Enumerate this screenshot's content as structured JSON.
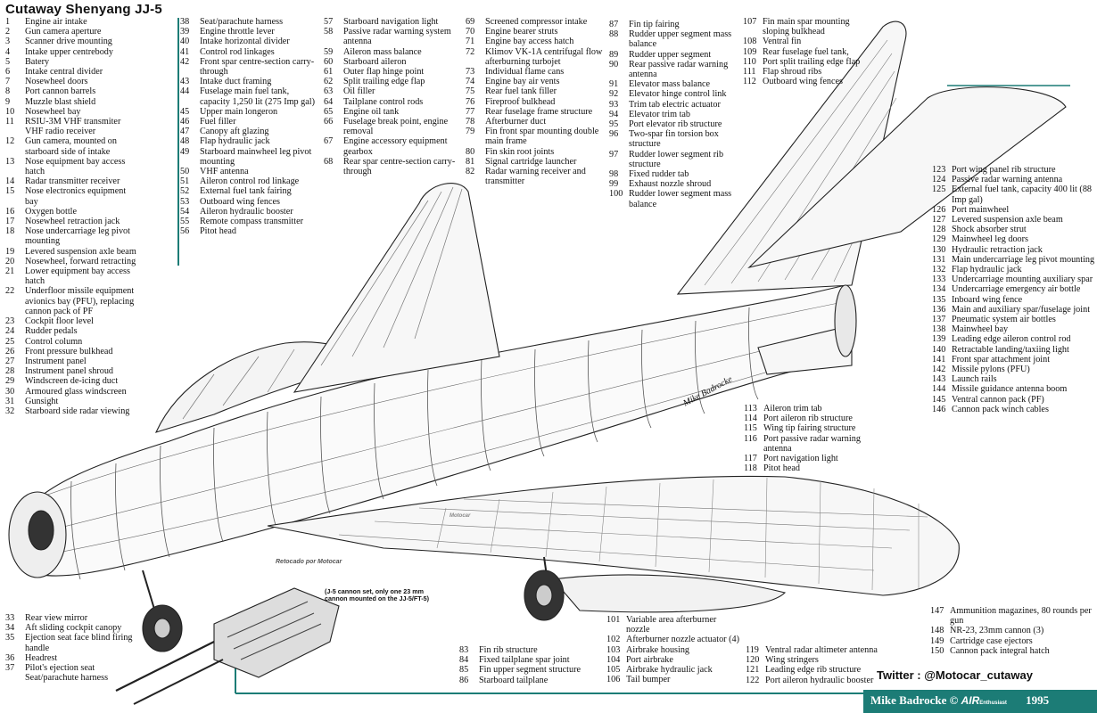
{
  "title": "Cutaway Shenyang JJ-5",
  "key": [
    {
      "n": "1",
      "t": "Engine air intake"
    },
    {
      "n": "2",
      "t": "Gun camera aperture"
    },
    {
      "n": "3",
      "t": "Scanner drive mounting"
    },
    {
      "n": "4",
      "t": "Intake upper centrebody"
    },
    {
      "n": "5",
      "t": "Batery"
    },
    {
      "n": "6",
      "t": "Intake central divider"
    },
    {
      "n": "7",
      "t": "Nosewheel doors"
    },
    {
      "n": "8",
      "t": "Port cannon barrels"
    },
    {
      "n": "9",
      "t": "Muzzle blast shield"
    },
    {
      "n": "10",
      "t": "Nosewheel bay"
    },
    {
      "n": "11",
      "t": "RSIU-3M VHF transmiter VHF radio receiver"
    },
    {
      "n": "12",
      "t": "Gun camera, mounted on starboard side of intake"
    },
    {
      "n": "13",
      "t": "Nose equipment bay access hatch"
    },
    {
      "n": "14",
      "t": "Radar transmitter receiver"
    },
    {
      "n": "15",
      "t": "Nose electronics equipment bay"
    },
    {
      "n": "16",
      "t": "Oxygen bottle"
    },
    {
      "n": "17",
      "t": "Nosewheel retraction jack"
    },
    {
      "n": "18",
      "t": "Nose undercarriage leg pivot mounting"
    },
    {
      "n": "19",
      "t": "Levered suspension axle beam"
    },
    {
      "n": "20",
      "t": "Nosewheel, forward retracting"
    },
    {
      "n": "21",
      "t": "Lower equipment bay access hatch"
    },
    {
      "n": "22",
      "t": "Underfloor missile equipment avionics bay (PFU), replacing cannon pack of PF"
    },
    {
      "n": "23",
      "t": "Cockpit floor level"
    },
    {
      "n": "24",
      "t": "Rudder pedals"
    },
    {
      "n": "25",
      "t": "Control column"
    },
    {
      "n": "26",
      "t": "Front pressure bulkhead"
    },
    {
      "n": "27",
      "t": "Instrument panel"
    },
    {
      "n": "28",
      "t": "Instrument panel shroud"
    },
    {
      "n": "29",
      "t": "Windscreen de-icing duct"
    },
    {
      "n": "30",
      "t": "Armoured glass windscreen"
    },
    {
      "n": "31",
      "t": "Gunsight"
    },
    {
      "n": "32",
      "t": "Starboard side radar viewing"
    },
    {
      "n": "38",
      "t": "Seat/parachute harness"
    },
    {
      "n": "39",
      "t": "Engine throttle lever"
    },
    {
      "n": "40",
      "t": "Intake horizontal divider"
    },
    {
      "n": "41",
      "t": "Control rod linkages"
    },
    {
      "n": "42",
      "t": "Front spar centre-section carry-through"
    },
    {
      "n": "43",
      "t": "Intake duct framing"
    },
    {
      "n": "44",
      "t": "Fuselage main fuel tank, capacity 1,250 lit (275 Imp gal)"
    },
    {
      "n": "45",
      "t": "Upper main longeron"
    },
    {
      "n": "46",
      "t": "Fuel filler"
    },
    {
      "n": "47",
      "t": "Canopy aft glazing"
    },
    {
      "n": "48",
      "t": "Flap hydraulic jack"
    },
    {
      "n": "49",
      "t": "Starboard mainwheel leg pivot mounting"
    },
    {
      "n": "50",
      "t": "VHF antenna"
    },
    {
      "n": "51",
      "t": "Aileron control rod linkage"
    },
    {
      "n": "52",
      "t": "External fuel tank fairing"
    },
    {
      "n": "53",
      "t": "Outboard wing fences"
    },
    {
      "n": "54",
      "t": "Aileron hydraulic booster"
    },
    {
      "n": "55",
      "t": "Remote compass transmitter"
    },
    {
      "n": "56",
      "t": "Pitot head"
    },
    {
      "n": "57",
      "t": "Starboard navigation light"
    },
    {
      "n": "58",
      "t": "Passive radar warning system antenna"
    },
    {
      "n": "59",
      "t": "Aileron mass balance"
    },
    {
      "n": "60",
      "t": "Starboard aileron"
    },
    {
      "n": "61",
      "t": "Outer flap hinge point"
    },
    {
      "n": "62",
      "t": "Split trailing edge flap"
    },
    {
      "n": "63",
      "t": "Oil filler"
    },
    {
      "n": "64",
      "t": "Tailplane control rods"
    },
    {
      "n": "65",
      "t": "Engine oil tank"
    },
    {
      "n": "66",
      "t": "Fuselage break point, engine removal"
    },
    {
      "n": "67",
      "t": "Engine accessory equipment gearbox"
    },
    {
      "n": "68",
      "t": "Rear spar centre-section carry-through"
    },
    {
      "n": "69",
      "t": "Screened compressor intake"
    },
    {
      "n": "70",
      "t": "Engine bearer struts"
    },
    {
      "n": "71",
      "t": "Engine bay access hatch"
    },
    {
      "n": "72",
      "t": "Klimov VK-1A centrifugal flow afterburning turbojet"
    },
    {
      "n": "73",
      "t": "Individual flame cans"
    },
    {
      "n": "74",
      "t": "Engine bay air vents"
    },
    {
      "n": "75",
      "t": "Rear fuel tank filler"
    },
    {
      "n": "76",
      "t": "Fireproof bulkhead"
    },
    {
      "n": "77",
      "t": "Rear fuselage frame structure"
    },
    {
      "n": "78",
      "t": "Afterburner duct"
    },
    {
      "n": "79",
      "t": "Fin front spar mounting double main frame"
    },
    {
      "n": "80",
      "t": "Fin skin root joints"
    },
    {
      "n": "81",
      "t": "Signal cartridge launcher"
    },
    {
      "n": "82",
      "t": "Radar warning receiver and transmitter"
    },
    {
      "n": "87",
      "t": "Fin tip fairing"
    },
    {
      "n": "88",
      "t": "Rudder upper segment mass balance"
    },
    {
      "n": "89",
      "t": "Rudder upper segment"
    },
    {
      "n": "90",
      "t": "Rear passive radar warning antenna"
    },
    {
      "n": "91",
      "t": "Elevator mass balance"
    },
    {
      "n": "92",
      "t": "Elevator hinge control link"
    },
    {
      "n": "93",
      "t": "Trim tab electric actuator"
    },
    {
      "n": "94",
      "t": "Elevator trim tab"
    },
    {
      "n": "95",
      "t": "Port elevator rib structure"
    },
    {
      "n": "96",
      "t": "Two-spar fin torsion box structure"
    },
    {
      "n": "97",
      "t": "Rudder lower segment rib structure"
    },
    {
      "n": "98",
      "t": "Fixed rudder tab"
    },
    {
      "n": "99",
      "t": "Exhaust nozzle shroud"
    },
    {
      "n": "100",
      "t": "Rudder lower segment mass balance"
    },
    {
      "n": "107",
      "t": "Fin main spar mounting sloping bulkhead"
    },
    {
      "n": "108",
      "t": "Ventral fin"
    },
    {
      "n": "109",
      "t": "Rear fuselage fuel tank,"
    },
    {
      "n": "110",
      "t": "Port split trailing edge flap"
    },
    {
      "n": "111",
      "t": "Flap shroud ribs"
    },
    {
      "n": "112",
      "t": "Outboard wing fences"
    },
    {
      "n": "123",
      "t": "Port wing panel rib structure"
    },
    {
      "n": "124",
      "t": "Passive radar warning antenna"
    },
    {
      "n": "125",
      "t": "External fuel tank, capacity 400 lit (88 Imp gal)"
    },
    {
      "n": "126",
      "t": "Port mainwheel"
    },
    {
      "n": "127",
      "t": "Levered suspension axle beam"
    },
    {
      "n": "128",
      "t": "Shock absorber strut"
    },
    {
      "n": "129",
      "t": "Mainwheel leg doors"
    },
    {
      "n": "130",
      "t": "Hydraulic retraction jack"
    },
    {
      "n": "131",
      "t": "Main undercarriage leg pivot mounting"
    },
    {
      "n": "132",
      "t": "Flap hydraulic jack"
    },
    {
      "n": "133",
      "t": "Undercarriage mounting auxiliary spar"
    },
    {
      "n": "134",
      "t": "Undercarriage emergency air bottle"
    },
    {
      "n": "135",
      "t": "Inboard wing fence"
    },
    {
      "n": "136",
      "t": "Main and auxiliary spar/fuselage joint"
    },
    {
      "n": "137",
      "t": "Pneumatic system air bottles"
    },
    {
      "n": "138",
      "t": "Mainwheel bay"
    },
    {
      "n": "139",
      "t": "Leading edge aileron control rod"
    },
    {
      "n": "140",
      "t": "Retractable landing/taxiing light"
    },
    {
      "n": "141",
      "t": "Front spar attachment joint"
    },
    {
      "n": "142",
      "t": "Missile pylons (PFU)"
    },
    {
      "n": "143",
      "t": "Launch rails"
    },
    {
      "n": "144",
      "t": "Missile guidance antenna boom"
    },
    {
      "n": "145",
      "t": "Ventral cannon pack (PF)"
    },
    {
      "n": "146",
      "t": "Cannon pack winch cables"
    },
    {
      "n": "113",
      "t": "Aileron trim tab"
    },
    {
      "n": "114",
      "t": "Port aileron rib structure"
    },
    {
      "n": "115",
      "t": "Wing tip fairing structure"
    },
    {
      "n": "116",
      "t": "Port passive radar warning antenna"
    },
    {
      "n": "117",
      "t": "Port navigation light"
    },
    {
      "n": "118",
      "t": "Pitot head"
    },
    {
      "n": "33",
      "t": "Rear view mirror"
    },
    {
      "n": "34",
      "t": "Aft sliding cockpit canopy"
    },
    {
      "n": "35",
      "t": "Ejection seat face blind firing handle"
    },
    {
      "n": "36",
      "t": "Headrest"
    },
    {
      "n": "37",
      "t": "Pilot's ejection seat Seat/parachute harness"
    },
    {
      "n": "83",
      "t": "Fin rib structure"
    },
    {
      "n": "84",
      "t": "Fixed tailplane spar joint"
    },
    {
      "n": "85",
      "t": "Fin upper segment structure"
    },
    {
      "n": "86",
      "t": "Starboard tailplane"
    },
    {
      "n": "101",
      "t": "Variable area afterburner nozzle"
    },
    {
      "n": "102",
      "t": "Afterburner nozzle actuator (4)"
    },
    {
      "n": "103",
      "t": "Airbrake housing"
    },
    {
      "n": "104",
      "t": "Port airbrake"
    },
    {
      "n": "105",
      "t": "Airbrake hydraulic jack"
    },
    {
      "n": "106",
      "t": "Tail bumper"
    },
    {
      "n": "119",
      "t": "Ventral radar altimeter antenna"
    },
    {
      "n": "120",
      "t": "Wing stringers"
    },
    {
      "n": "121",
      "t": "Leading edge rib structure"
    },
    {
      "n": "122",
      "t": "Port aileron hydraulic booster"
    },
    {
      "n": "147",
      "t": "Ammunition magazines, 80 rounds per gun"
    },
    {
      "n": "148",
      "t": "NR-23, 23mm cannon (3)"
    },
    {
      "n": "149",
      "t": "Cartridge case ejectors"
    },
    {
      "n": "150",
      "t": "Cannon pack integral hatch"
    }
  ],
  "columns": {
    "c1": {
      "from": 0,
      "to": 32
    },
    "c2": {
      "from": 32,
      "to": 51
    },
    "c3": {
      "from": 51,
      "to": 63
    },
    "c4": {
      "from": 63,
      "to": 77
    },
    "c5": {
      "from": 77,
      "to": 91
    },
    "c6": {
      "from": 91,
      "to": 97
    },
    "c7": {
      "from": 97,
      "to": 121
    },
    "c13": {
      "from": 121,
      "to": 127
    },
    "c8": {
      "from": 127,
      "to": 132
    },
    "c9": {
      "from": 132,
      "to": 136
    },
    "c10": {
      "from": 136,
      "to": 142
    },
    "c11": {
      "from": 142,
      "to": 146
    },
    "c12": {
      "from": 146,
      "to": 150
    }
  },
  "cannon_note": "(J-5 cannon set, only one 23 mm cannon mounted on the JJ-5/FT-5)",
  "watermark": "Retocado por Motocar",
  "watermark_small": "Motocar",
  "signature": "Mike Badrocke",
  "twitter": "Twitter : @Motocar_cutaway",
  "credit": {
    "artist": "Mike Badrocke ©",
    "brand": "AIR",
    "brand_small": "Enthusiast",
    "year": "1995"
  },
  "colors": {
    "accent": "#1c7c76",
    "ink": "#111111",
    "callout": "#b8860b"
  }
}
